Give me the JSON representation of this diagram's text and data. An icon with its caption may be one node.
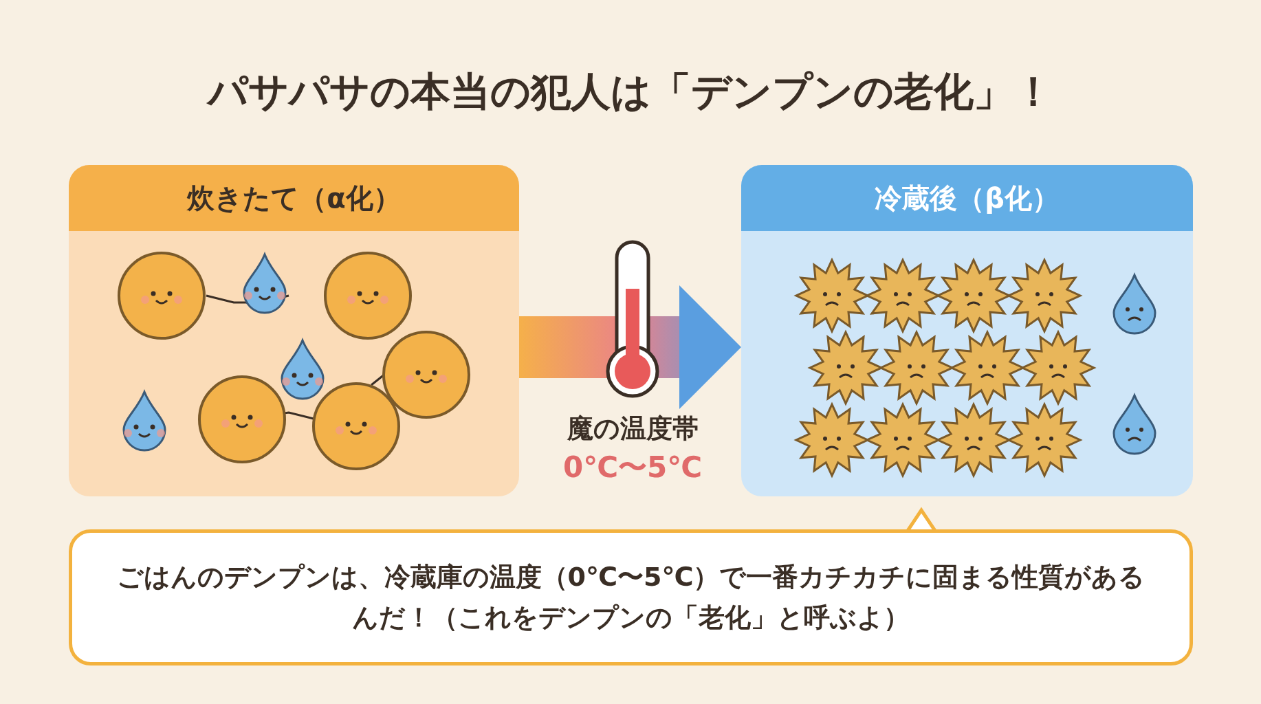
{
  "diagram": {
    "title": "パサパサの本当の犯人は「デンプンの老化」！",
    "nodes": [
      {
        "text": [
          "炊きたて（α化）"
        ]
      },
      {
        "text": [
          "冷蔵後（β化）"
        ]
      },
      {
        "text": [
          "ごはんのデンプンは、冷蔵庫の温度（0℃〜5℃）で一番カチカチに固まる性質があるんだ！（これをデンプンの「老化」と呼ぶよ）"
        ]
      }
    ],
    "edges": [
      {
        "from": 0,
        "to": 1,
        "arrow": "to"
      }
    ],
    "labels": [
      "魔の温度帯",
      "0℃〜5℃"
    ]
  }
}
